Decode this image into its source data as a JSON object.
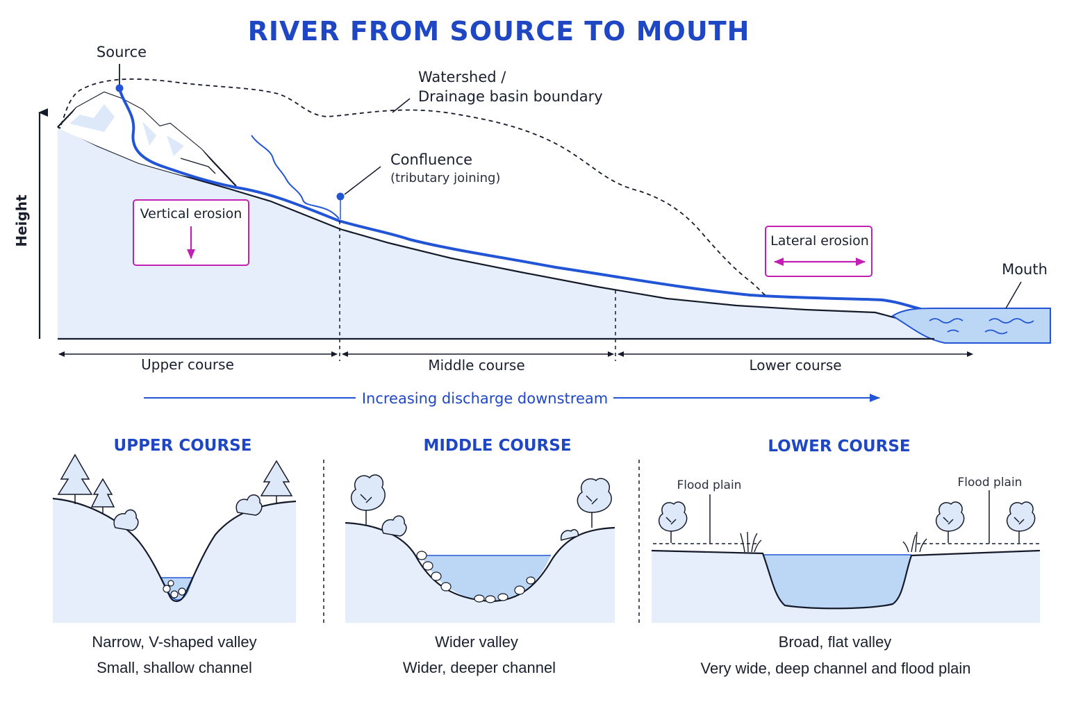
{
  "title": "RIVER FROM SOURCE TO MOUTH",
  "profile": {
    "y_axis_label": "Height",
    "source_label": "Source",
    "watershed_label_line1": "Watershed /",
    "watershed_label_line2": "Drainage basin boundary",
    "confluence_label": "Confluence",
    "confluence_sublabel": "(tributary joining)",
    "vertical_erosion_label": "Vertical erosion",
    "lateral_erosion_label": "Lateral erosion",
    "mouth_label": "Mouth",
    "courses": [
      "Upper course",
      "Middle course",
      "Lower course"
    ],
    "discharge_label": "Increasing discharge downstream"
  },
  "cross_sections": [
    {
      "title": "UPPER COURSE",
      "caption_line1": "Narrow, V-shaped valley",
      "caption_line2": "Small, shallow channel"
    },
    {
      "title": "MIDDLE COURSE",
      "caption_line1": "Wider valley",
      "caption_line2": "Wider, deeper channel"
    },
    {
      "title": "LOWER COURSE",
      "flood_plain_left": "Flood plain",
      "flood_plain_right": "Flood plain",
      "caption_line1": "Broad, flat valley",
      "caption_line2": "Very wide, deep channel and flood plain"
    }
  ],
  "colors": {
    "accent_blue": "#1f47c4",
    "river_blue": "#2255d6",
    "land_fill": "#e6eefb",
    "water_fill": "#bcd7f5",
    "erosion_magenta": "#c21fb3",
    "outline": "#141a2a"
  }
}
